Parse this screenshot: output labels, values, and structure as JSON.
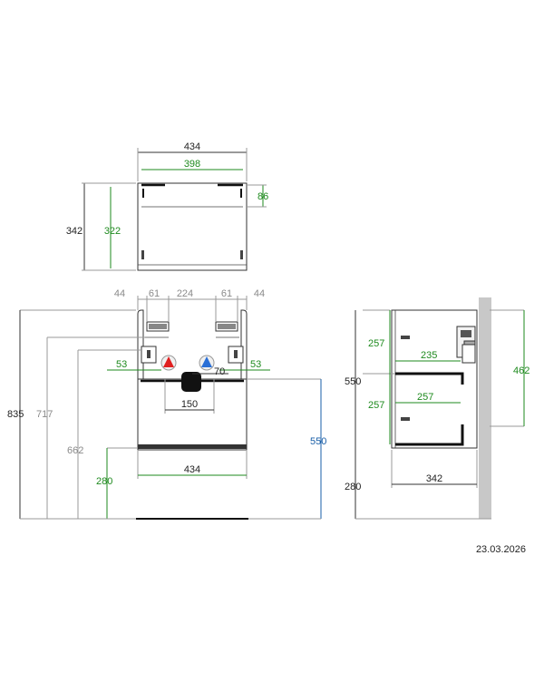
{
  "colors": {
    "dimension_green": "#1e8a1e",
    "dimension_grey": "#8a8a8a",
    "dimension_blue": "#1a5fa8",
    "outline": "#333333",
    "wall": "#c8c8c8",
    "hot_water": "#e02020",
    "cold_water": "#2a6fd6"
  },
  "top_view": {
    "width_outer": "434",
    "width_inner": "398",
    "depth_outer": "342",
    "depth_inner": "322",
    "rail_offset": "86"
  },
  "front_view": {
    "spacing_left_outer": "44",
    "spacing_left_inner": "61",
    "spacing_center": "224",
    "spacing_right_inner": "61",
    "spacing_right_outer": "44",
    "connection_offset_left": "53",
    "connection_offset_right": "53",
    "drain_offset": "70",
    "drain_width": "150",
    "height_total": "835",
    "height_717": "717",
    "height_662": "662",
    "floor_clearance": "280",
    "cabinet_width": "434",
    "cabinet_height_blue": "550"
  },
  "side_view": {
    "drawer_upper": "257",
    "drawer_lower": "257",
    "drawer_depth_upper": "235",
    "drawer_depth_lower": "257",
    "cabinet_height": "550",
    "mount_height": "462",
    "floor_clearance": "280",
    "cabinet_depth": "342"
  },
  "date": "23.03.2026"
}
